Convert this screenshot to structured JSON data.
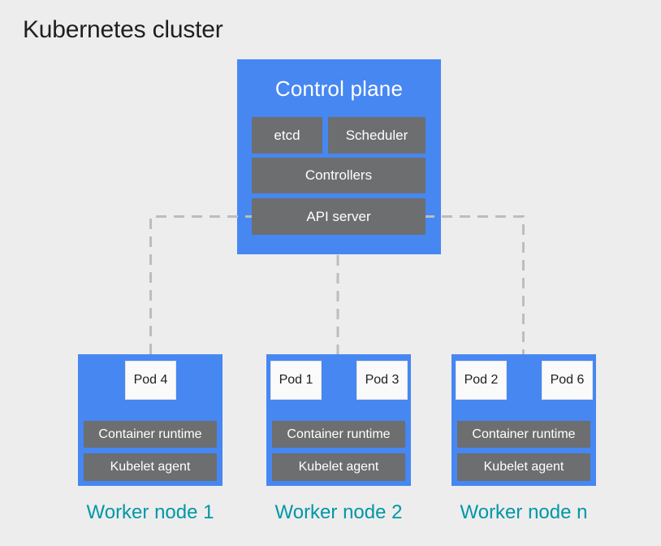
{
  "title": "Kubernetes cluster",
  "control_plane": {
    "title": "Control plane",
    "boxes": {
      "etcd": "etcd",
      "scheduler": "Scheduler",
      "controllers": "Controllers",
      "api_server": "API server"
    }
  },
  "worker_nodes": [
    {
      "label": "Worker node 1",
      "pods": [
        "Pod 4"
      ],
      "runtime": "Container runtime",
      "agent": "Kubelet agent"
    },
    {
      "label": "Worker node 2",
      "pods": [
        "Pod 1",
        "Pod 3"
      ],
      "runtime": "Container runtime",
      "agent": "Kubelet agent"
    },
    {
      "label": "Worker node n",
      "pods": [
        "Pod 2",
        "Pod 6"
      ],
      "runtime": "Container runtime",
      "agent": "Kubelet agent"
    }
  ],
  "colors": {
    "background": "#EDEDED",
    "node_blue": "#4687F2",
    "component_gray": "#6D6E70",
    "pod_background": "#FAFAFA",
    "worker_label_teal": "#0097A7",
    "connector_gray": "#BDBDBD",
    "title_text": "#1F1F1F",
    "box_text": "#FFFFFF"
  }
}
